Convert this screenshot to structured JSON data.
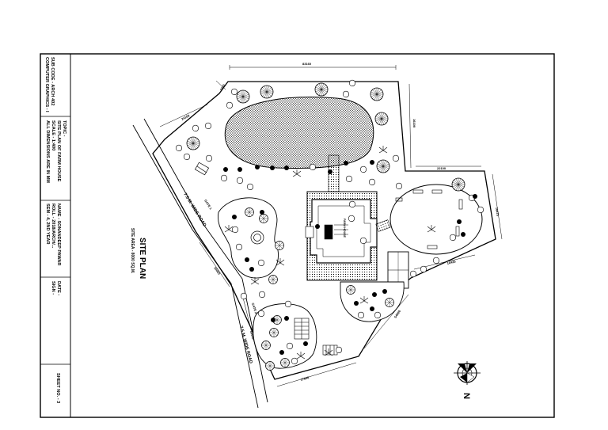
{
  "title_block": {
    "subject_line1": "COMPUTER GRAPHICS - I",
    "subject_line2": "SUB CODE - ARCH 402",
    "topic_line1": "TOPIC -",
    "topic_line2": "SITE PLAN OF FARM HOUSE",
    "topic_line3": "SCALE - 1:400",
    "topic_line4": "ALL DIMENSIONS ARE IN MM",
    "name_line1": "NAME - SONANDEEP PAWAR",
    "name_line2": "ROLL - 2018/ARCH/...",
    "name_line3": "SEM - 4, 2ND YEAR",
    "date_line1": "DATE -",
    "date_line2": "SIGN -",
    "sheet_no": "SHEET NO. - 3"
  },
  "drawing": {
    "title": "SITE PLAN",
    "site_area": "SITE AREA - 8000 SQ.M.",
    "road_label_1": "7.5 M. WIDE ROAD",
    "road_label_2": "7.5 M. WIDE ROAD",
    "building_label": "FARM HOUSE",
    "north_label": "N",
    "dimensions": {
      "top": "83160",
      "left_upper": "4400",
      "left_mid": "24150",
      "right_upper": "16100",
      "right_notch": "22100",
      "right_mid": "16475",
      "right_lower": "16425",
      "bottom_right": "54600",
      "bottom": "17650",
      "left_lower": "15650",
      "left_gate": "16020"
    },
    "gate_label_1": "GATE 1",
    "gate_label_2": "GATE 2"
  }
}
